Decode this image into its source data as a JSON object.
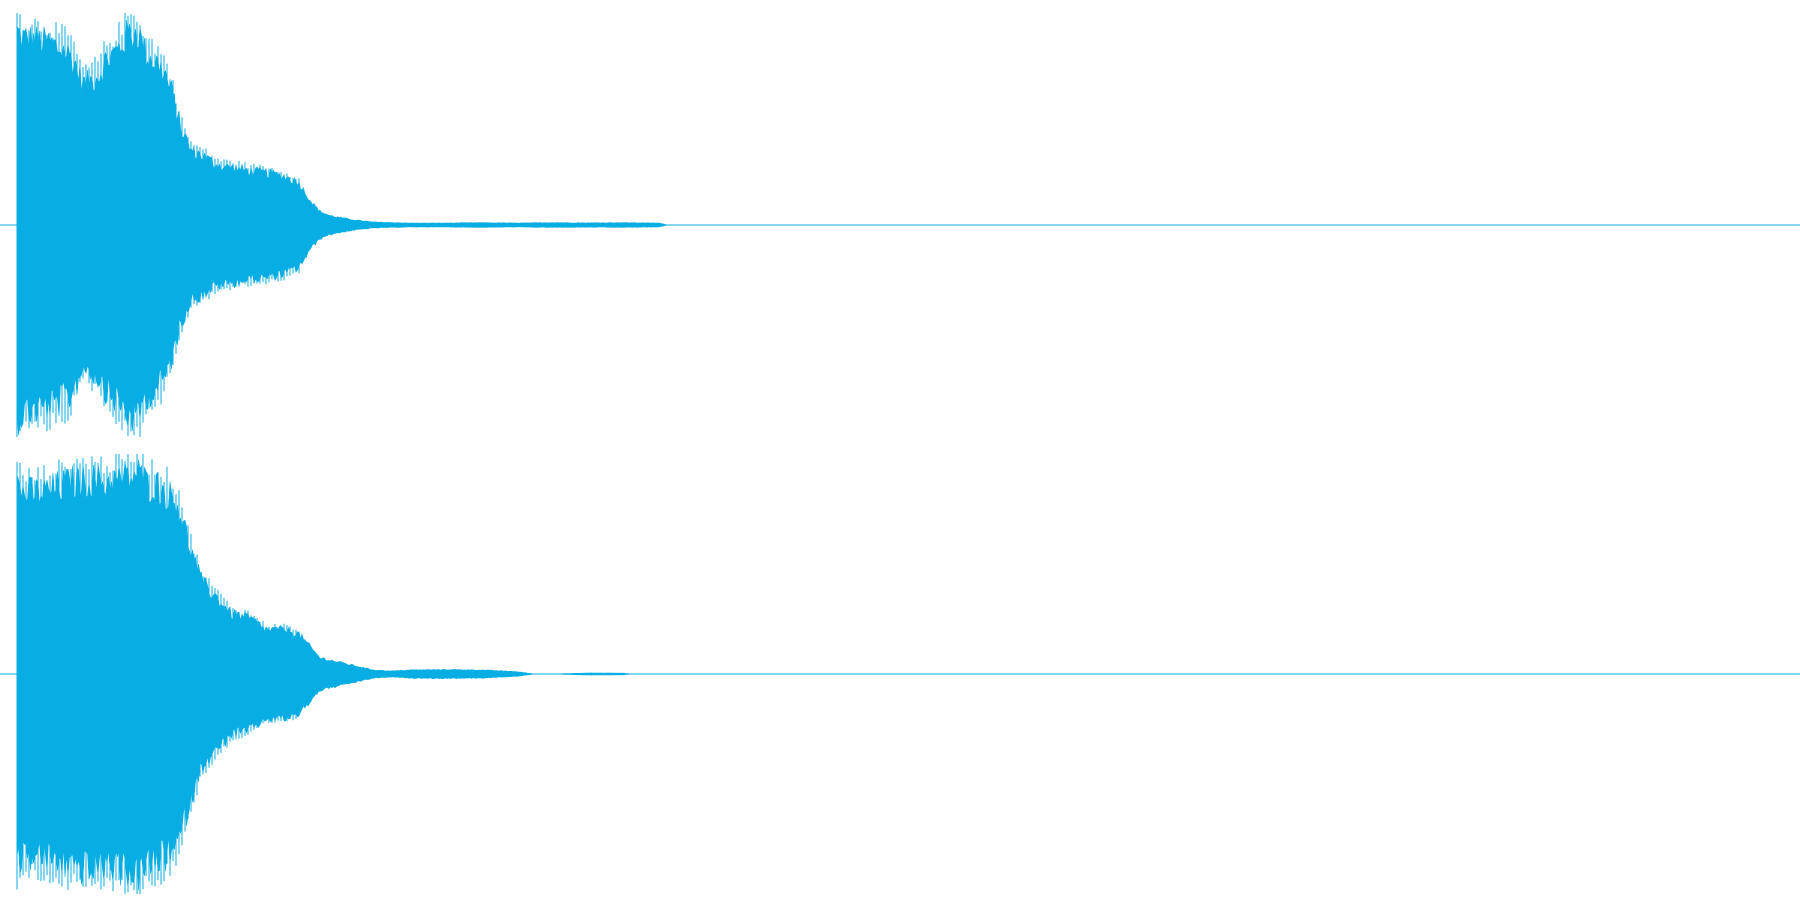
{
  "colors": {
    "background": "#ffffff",
    "waveform": "#08ade3",
    "baseline": "#08ade3"
  },
  "chart_data": {
    "type": "area",
    "subtype": "stereo-audio-waveform",
    "title": "",
    "xlabel": "",
    "ylabel": "",
    "grid": false,
    "legend": "none",
    "channels": [
      {
        "x": [
          0,
          0.004,
          0.01,
          0.02,
          0.03,
          0.038,
          0.046,
          0.05,
          0.056,
          0.062,
          0.068,
          0.072,
          0.077,
          0.082,
          0.087,
          0.092,
          0.098,
          0.104,
          0.11,
          0.116,
          0.12,
          0.13,
          0.14,
          0.15,
          0.158,
          0.165,
          0.17,
          0.175,
          0.18,
          0.19,
          0.2,
          0.22,
          0.24,
          0.26,
          0.28,
          0.3,
          0.32,
          0.34,
          0.36,
          0.365,
          1.0
        ],
        "amplitude": [
          1.0,
          0.96,
          0.95,
          0.93,
          0.88,
          0.72,
          0.78,
          0.85,
          0.9,
          0.98,
          1.0,
          0.88,
          0.85,
          0.8,
          0.68,
          0.5,
          0.38,
          0.36,
          0.32,
          0.3,
          0.3,
          0.28,
          0.27,
          0.25,
          0.22,
          0.12,
          0.07,
          0.05,
          0.04,
          0.025,
          0.015,
          0.01,
          0.01,
          0.012,
          0.01,
          0.012,
          0.011,
          0.012,
          0.01,
          0.0,
          0.0
        ],
        "ylim": [
          -1,
          1
        ]
      },
      {
        "x": [
          0,
          0.004,
          0.01,
          0.02,
          0.03,
          0.04,
          0.05,
          0.06,
          0.068,
          0.072,
          0.078,
          0.084,
          0.09,
          0.098,
          0.104,
          0.11,
          0.116,
          0.12,
          0.13,
          0.14,
          0.15,
          0.158,
          0.165,
          0.17,
          0.18,
          0.19,
          0.2,
          0.21,
          0.22,
          0.24,
          0.26,
          0.28,
          0.29,
          0.3,
          0.32,
          0.34,
          0.345,
          0.36,
          1.0
        ],
        "amplitude": [
          0.95,
          0.9,
          0.9,
          0.92,
          0.95,
          0.97,
          0.95,
          0.97,
          1.0,
          0.95,
          0.94,
          0.9,
          0.85,
          0.6,
          0.45,
          0.4,
          0.34,
          0.3,
          0.28,
          0.22,
          0.22,
          0.2,
          0.13,
          0.08,
          0.06,
          0.04,
          0.02,
          0.015,
          0.02,
          0.022,
          0.02,
          0.012,
          0.0,
          0.0,
          0.005,
          0.004,
          0.0,
          0.0,
          0.0
        ],
        "ylim": [
          -1,
          1
        ]
      }
    ]
  }
}
